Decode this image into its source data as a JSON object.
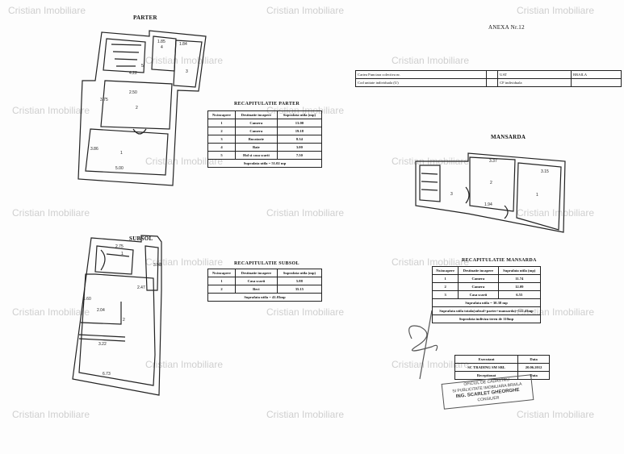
{
  "watermark": "Cristian Imobiliare",
  "anexa": "ANEXA Nr.12",
  "cadastral": {
    "rows": [
      [
        "Cartea Funciara colectiva nr.",
        "",
        "UAT",
        "BRAILA"
      ],
      [
        "Cod unitate individuala (U)",
        "",
        "CF individuala",
        ""
      ]
    ]
  },
  "parter": {
    "title": "PARTER",
    "table_title": "RECAPITULATIE PARTER",
    "headers": [
      "Nr.incapere",
      "Destinatie incapere",
      "Suprafata utila (mp)"
    ],
    "rows": [
      [
        "1",
        "Camera",
        "13.00"
      ],
      [
        "2",
        "Camera",
        "19.18"
      ],
      [
        "3",
        "Bucatarie",
        "8.34"
      ],
      [
        "4",
        "Baie",
        "3.00"
      ],
      [
        "5",
        "Hol si casa scarii",
        "7.50"
      ]
    ],
    "total": "Suprafata utila = 51.02 mp",
    "dims": [
      "1.85",
      "1.84",
      "4.22",
      "3.75",
      "3.86",
      "5.00",
      "2.50"
    ],
    "rooms": [
      "1",
      "2",
      "3",
      "4",
      "5"
    ]
  },
  "subsol": {
    "title": "SUBSOL",
    "table_title": "RECAPITULATIE SUBSOL",
    "headers": [
      "Nr.incapere",
      "Destinatie incapere",
      "Suprafata utila (mp)"
    ],
    "rows": [
      [
        "1",
        "Casa scarii",
        "5.88"
      ],
      [
        "2",
        "Beci",
        "35.15"
      ]
    ],
    "total": "Suprafata utila = 41.03mp",
    "dims": [
      "2.75",
      "3.98",
      "2.47",
      "2.04",
      "3.22",
      "6.73",
      "1.60"
    ],
    "rooms": [
      "1",
      "2"
    ]
  },
  "mansarda": {
    "title": "MANSARDA",
    "table_title": "RECAPITULATIE MANSARDA",
    "headers": [
      "Nr.incapere",
      "Destinatie incapere",
      "Suprafata utila (mp)"
    ],
    "rows": [
      [
        "1",
        "Camera",
        "11.74"
      ],
      [
        "2",
        "Camera",
        "12.09"
      ],
      [
        "3",
        "Casa scarii",
        "6.55"
      ]
    ],
    "total": "Suprafata utila = 30.38 mp",
    "total_all": "Suprafata utila totala(subsol+parter+mansarda)=122.43mp",
    "teren": "Suprafata indiviza teren de 110mp",
    "dims": [
      "3.37",
      "3.15",
      "1.94"
    ],
    "rooms": [
      "1",
      "2",
      "3"
    ]
  },
  "receipt": {
    "executant": "Executant",
    "data1": "Data",
    "company": "SC TRADING SM SRL",
    "date": "20.06.2012",
    "receptionat": "Receptionat",
    "data2": "Data"
  },
  "stamp": {
    "line1": "OFICIUL DE CADASTRU",
    "line2": "SI PUBLICITATE IMOBILIARA BRAILA",
    "line3": "ING. SCARLET GHEORGHE",
    "line4": "CONSILIER"
  }
}
